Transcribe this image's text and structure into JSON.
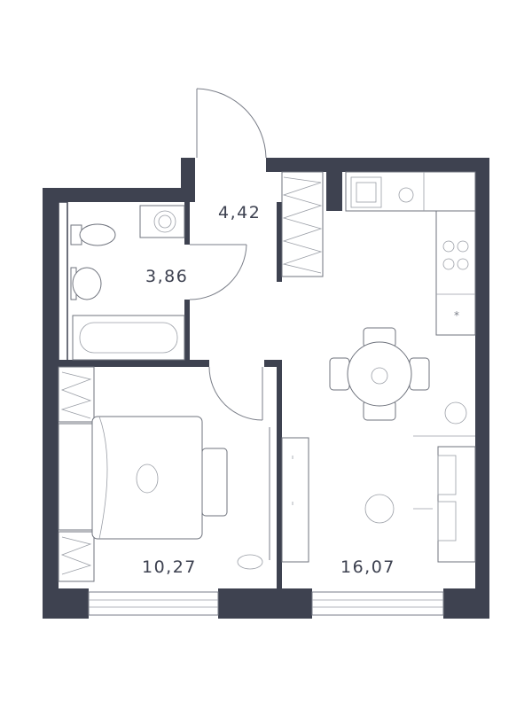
{
  "rooms": {
    "hallway": {
      "area": "4,42"
    },
    "bathroom": {
      "area": "3,86"
    },
    "bedroom": {
      "area": "10,27"
    },
    "kitchen_living": {
      "area": "16,07"
    }
  },
  "colors": {
    "wall": "#3e4250",
    "line": "#7a7e88",
    "background": "#ffffff"
  }
}
